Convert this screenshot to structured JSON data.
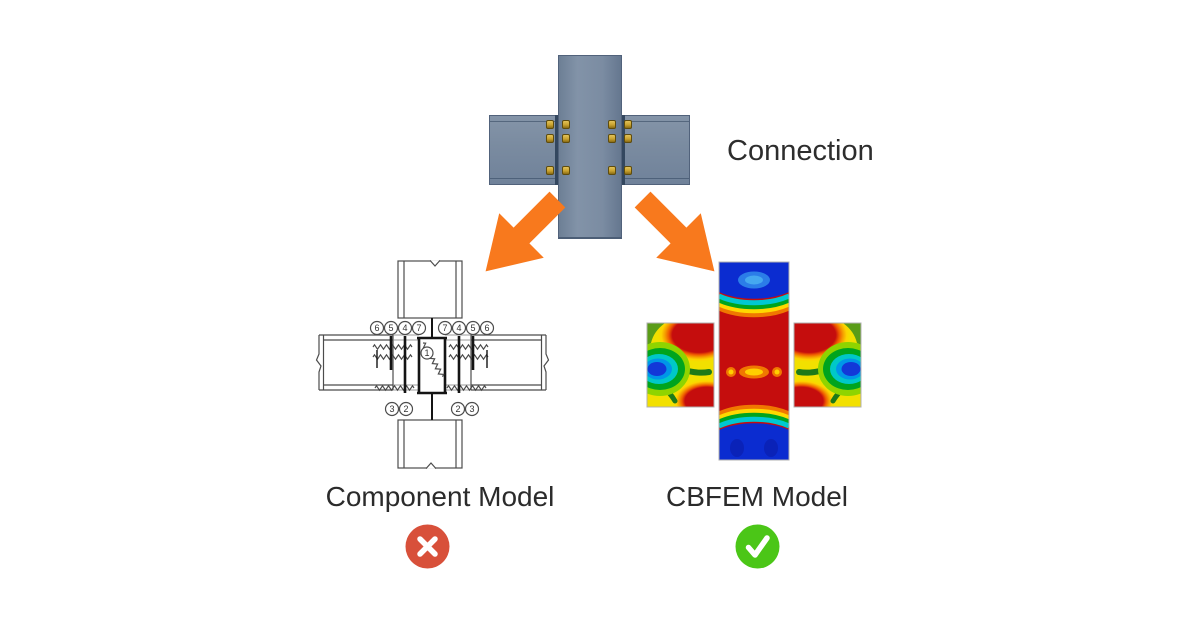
{
  "connection": {
    "label": "Connection"
  },
  "models": {
    "component": {
      "label": "Component Model",
      "verdict": "rejected",
      "top_row_numbers": [
        "6",
        "5",
        "4",
        "7",
        "7",
        "4",
        "5",
        "6"
      ],
      "bottom_left_numbers": [
        "3",
        "2"
      ],
      "bottom_right_numbers": [
        "2",
        "3"
      ],
      "panel_number": "1"
    },
    "cbfem": {
      "label": "CBFEM Model",
      "verdict": "approved"
    }
  },
  "icons": {
    "left_arrow": "block-arrow-down-left",
    "right_arrow": "block-arrow-down-right",
    "component_verdict": "cross-circle",
    "cbfem_verdict": "check-circle"
  },
  "colors": {
    "background": "#ffffff",
    "text": "#2b2b2b",
    "arrow_orange": "#f8791d",
    "steel_blue": "#7b8ca1",
    "steel_edge": "#4c5e76",
    "bolt_gold": "#c9a22f",
    "cross_red": "#d8503a",
    "check_green": "#4bc617",
    "drawing_stroke": "#4c4c4c",
    "fem_palette": [
      "#c50d0d",
      "#f07800",
      "#ffd800",
      "#9fdc00",
      "#00a41e",
      "#00c8d2",
      "#0096e8",
      "#1238d8"
    ]
  }
}
